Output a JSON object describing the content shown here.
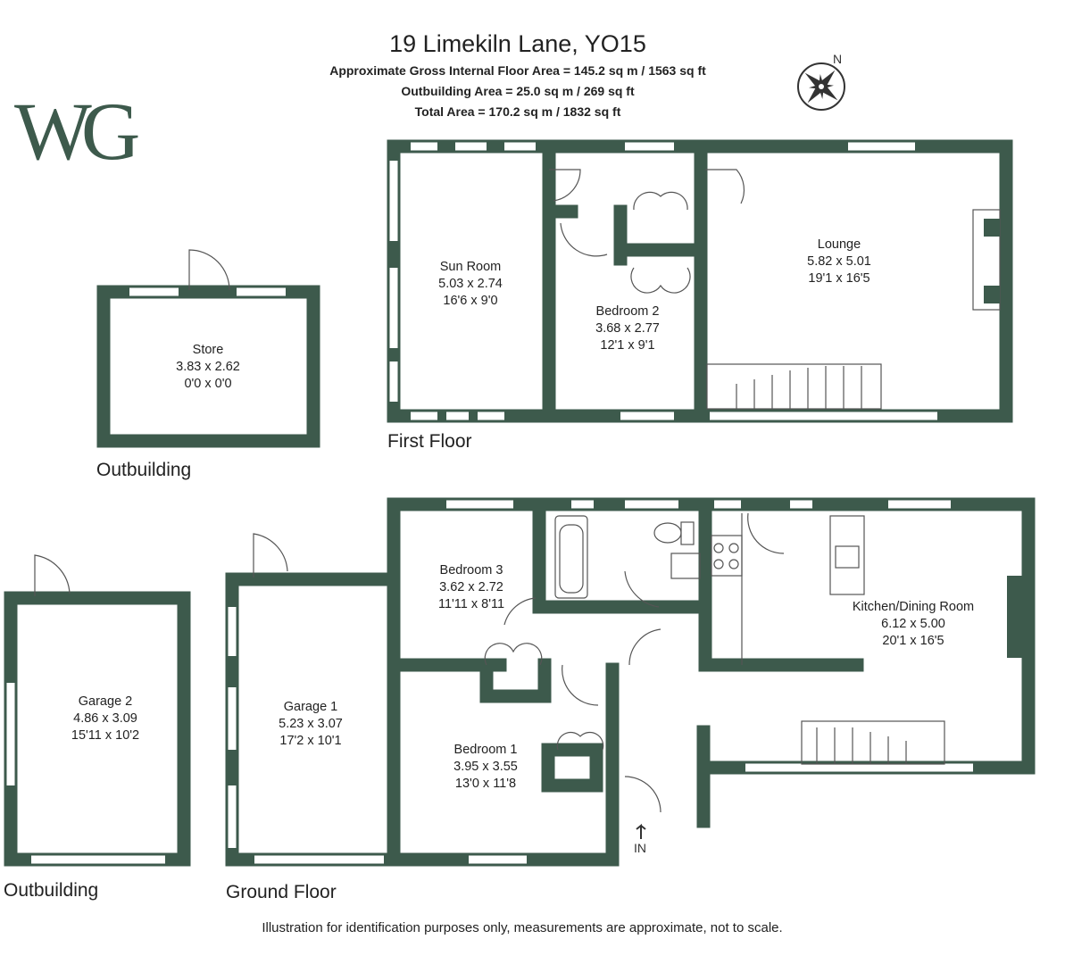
{
  "header": {
    "title": "19 Limekiln Lane, YO15",
    "gross_area": "Approximate Gross Internal Floor Area = 145.2 sq m / 1563 sq ft",
    "outbuilding_area": "Outbuilding Area = 25.0 sq m / 269 sq ft",
    "total_area": "Total Area = 170.2 sq m / 1832 sq ft"
  },
  "logo": {
    "text": "WG",
    "color": "#3d5a4c"
  },
  "compass": {
    "label": "N"
  },
  "colors": {
    "wall": "#3d5a4c",
    "line": "#555555"
  },
  "rooms": {
    "sun_room": {
      "name": "Sun Room",
      "metric": "5.03 x 2.74",
      "imperial": "16'6 x 9'0"
    },
    "bedroom2": {
      "name": "Bedroom 2",
      "metric": "3.68 x 2.77",
      "imperial": "12'1 x 9'1"
    },
    "lounge": {
      "name": "Lounge",
      "metric": "5.82 x 5.01",
      "imperial": "19'1 x 16'5"
    },
    "store": {
      "name": "Store",
      "metric": "3.83 x 2.62",
      "imperial": "0'0 x 0'0"
    },
    "bedroom3": {
      "name": "Bedroom 3",
      "metric": "3.62 x 2.72",
      "imperial": "11'11 x 8'11"
    },
    "kitchen": {
      "name": "Kitchen/Dining Room",
      "metric": "6.12 x 5.00",
      "imperial": "20'1 x 16'5"
    },
    "garage2": {
      "name": "Garage 2",
      "metric": "4.86 x 3.09",
      "imperial": "15'11 x 10'2"
    },
    "garage1": {
      "name": "Garage 1",
      "metric": "5.23 x 3.07",
      "imperial": "17'2 x 10'1"
    },
    "bedroom1": {
      "name": "Bedroom 1",
      "metric": "3.95 x 3.55",
      "imperial": "13'0 x 11'8"
    }
  },
  "floors": {
    "first": "First Floor",
    "outbuilding_top": "Outbuilding",
    "outbuilding_bottom": "Outbuilding",
    "ground": "Ground Floor"
  },
  "entrance": {
    "label": "IN"
  },
  "footer": {
    "disclaimer": "Illustration for identification purposes only, measurements are approximate, not to scale."
  }
}
